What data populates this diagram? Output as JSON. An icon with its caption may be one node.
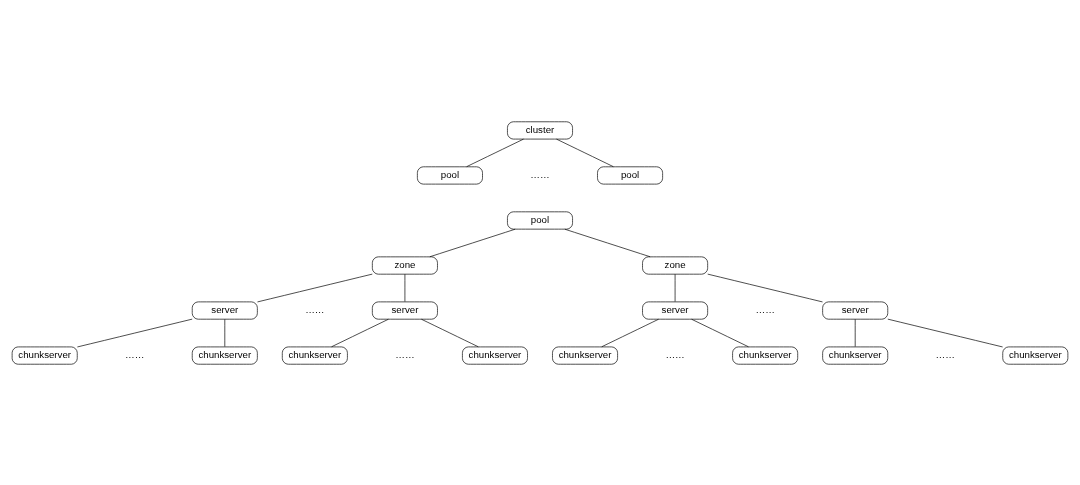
{
  "diagram": {
    "nodes": [
      {
        "text": [
          "cluster"
        ]
      },
      {
        "text": [
          "pool"
        ]
      },
      {
        "text": [
          "pool"
        ]
      },
      {
        "text": [
          "pool"
        ]
      },
      {
        "text": [
          "zone"
        ]
      },
      {
        "text": [
          "zone"
        ]
      },
      {
        "text": [
          "server"
        ]
      },
      {
        "text": [
          "server"
        ]
      },
      {
        "text": [
          "server"
        ]
      },
      {
        "text": [
          "server"
        ]
      },
      {
        "text": [
          "chunkserver"
        ]
      },
      {
        "text": [
          "chunkserver"
        ]
      },
      {
        "text": [
          "chunkserver"
        ]
      },
      {
        "text": [
          "chunkserver"
        ]
      },
      {
        "text": [
          "chunkserver"
        ]
      },
      {
        "text": [
          "chunkserver"
        ]
      },
      {
        "text": [
          "chunkserver"
        ]
      },
      {
        "text": [
          "chunkserver"
        ]
      }
    ],
    "edges": [
      {
        "from": 0,
        "to": 1,
        "arrow": "none"
      },
      {
        "from": 0,
        "to": 2,
        "arrow": "none"
      },
      {
        "from": 3,
        "to": 4,
        "arrow": "none"
      },
      {
        "from": 3,
        "to": 5,
        "arrow": "none"
      },
      {
        "from": 4,
        "to": 6,
        "arrow": "none"
      },
      {
        "from": 4,
        "to": 7,
        "arrow": "none"
      },
      {
        "from": 5,
        "to": 8,
        "arrow": "none"
      },
      {
        "from": 5,
        "to": 9,
        "arrow": "none"
      },
      {
        "from": 6,
        "to": 10,
        "arrow": "none"
      },
      {
        "from": 6,
        "to": 11,
        "arrow": "none"
      },
      {
        "from": 7,
        "to": 12,
        "arrow": "none"
      },
      {
        "from": 7,
        "to": 13,
        "arrow": "none"
      },
      {
        "from": 8,
        "to": 14,
        "arrow": "none"
      },
      {
        "from": 8,
        "to": 15,
        "arrow": "none"
      },
      {
        "from": 9,
        "to": 16,
        "arrow": "none"
      },
      {
        "from": 9,
        "to": 17,
        "arrow": "none"
      }
    ],
    "labels": [
      "……",
      "……",
      "……",
      "……",
      "……",
      "……",
      "……"
    ]
  }
}
